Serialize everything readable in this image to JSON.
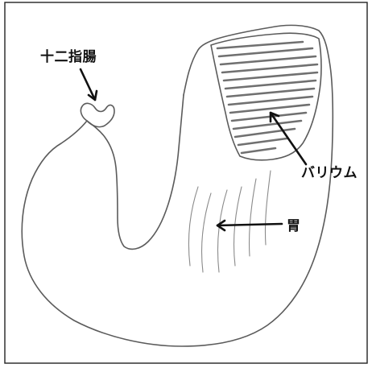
{
  "labels": {
    "duodenum": "十二指腸",
    "barium": "バリウム",
    "stomach": "胃"
  },
  "colors": {
    "outline": "#5b5b5b",
    "barium_hatching": "#707070",
    "arrow": "#111111",
    "border": "#222222"
  }
}
